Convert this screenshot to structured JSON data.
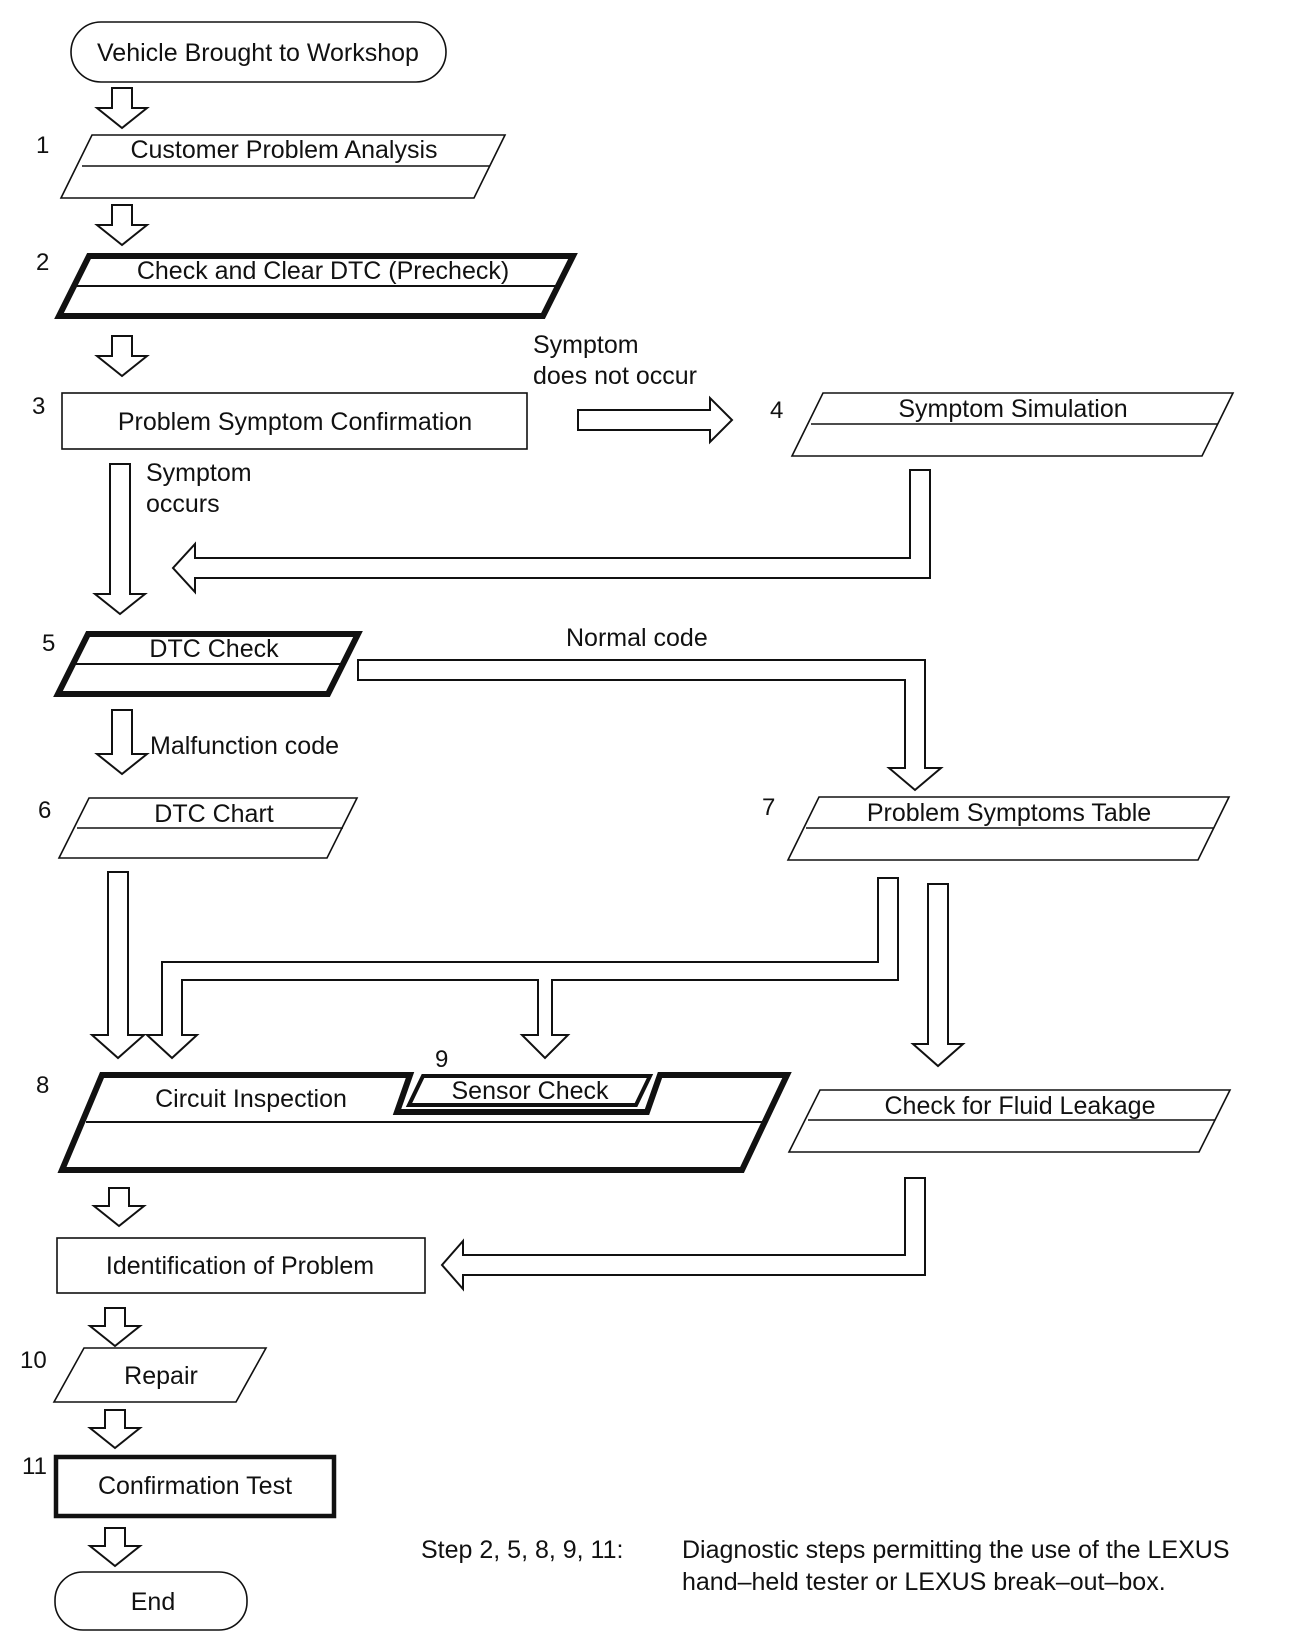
{
  "nodes": {
    "start": {
      "label": "Vehicle Brought to Workshop"
    },
    "n1": {
      "num": "1",
      "label": "Customer Problem Analysis"
    },
    "n2": {
      "num": "2",
      "label": "Check and Clear DTC (Precheck)"
    },
    "n3": {
      "num": "3",
      "label": "Problem Symptom Confirmation"
    },
    "n4": {
      "num": "4",
      "label": "Symptom Simulation"
    },
    "n5": {
      "num": "5",
      "label": "DTC Check"
    },
    "n6": {
      "num": "6",
      "label": "DTC Chart"
    },
    "n7": {
      "num": "7",
      "label": "Problem Symptoms Table"
    },
    "n8": {
      "num": "8",
      "label": "Circuit Inspection"
    },
    "n9": {
      "num": "9",
      "label": "Sensor Check"
    },
    "fluid": {
      "label": "Check for Fluid Leakage"
    },
    "ident": {
      "label": "Identification of Problem"
    },
    "n10": {
      "num": "10",
      "label": "Repair"
    },
    "n11": {
      "num": "11",
      "label": "Confirmation Test"
    },
    "end": {
      "label": "End"
    }
  },
  "edges": {
    "not_occur_1": "Symptom",
    "not_occur_2": "does not occur",
    "occurs_1": "Symptom",
    "occurs_2": "occurs",
    "normal": "Normal code",
    "malfunction": "Malfunction code"
  },
  "note": {
    "steps": "Step  2, 5, 8, 9, 11:",
    "line1": "Diagnostic steps permitting the use of the LEXUS",
    "line2": "hand–held tester or LEXUS break–out–box."
  }
}
